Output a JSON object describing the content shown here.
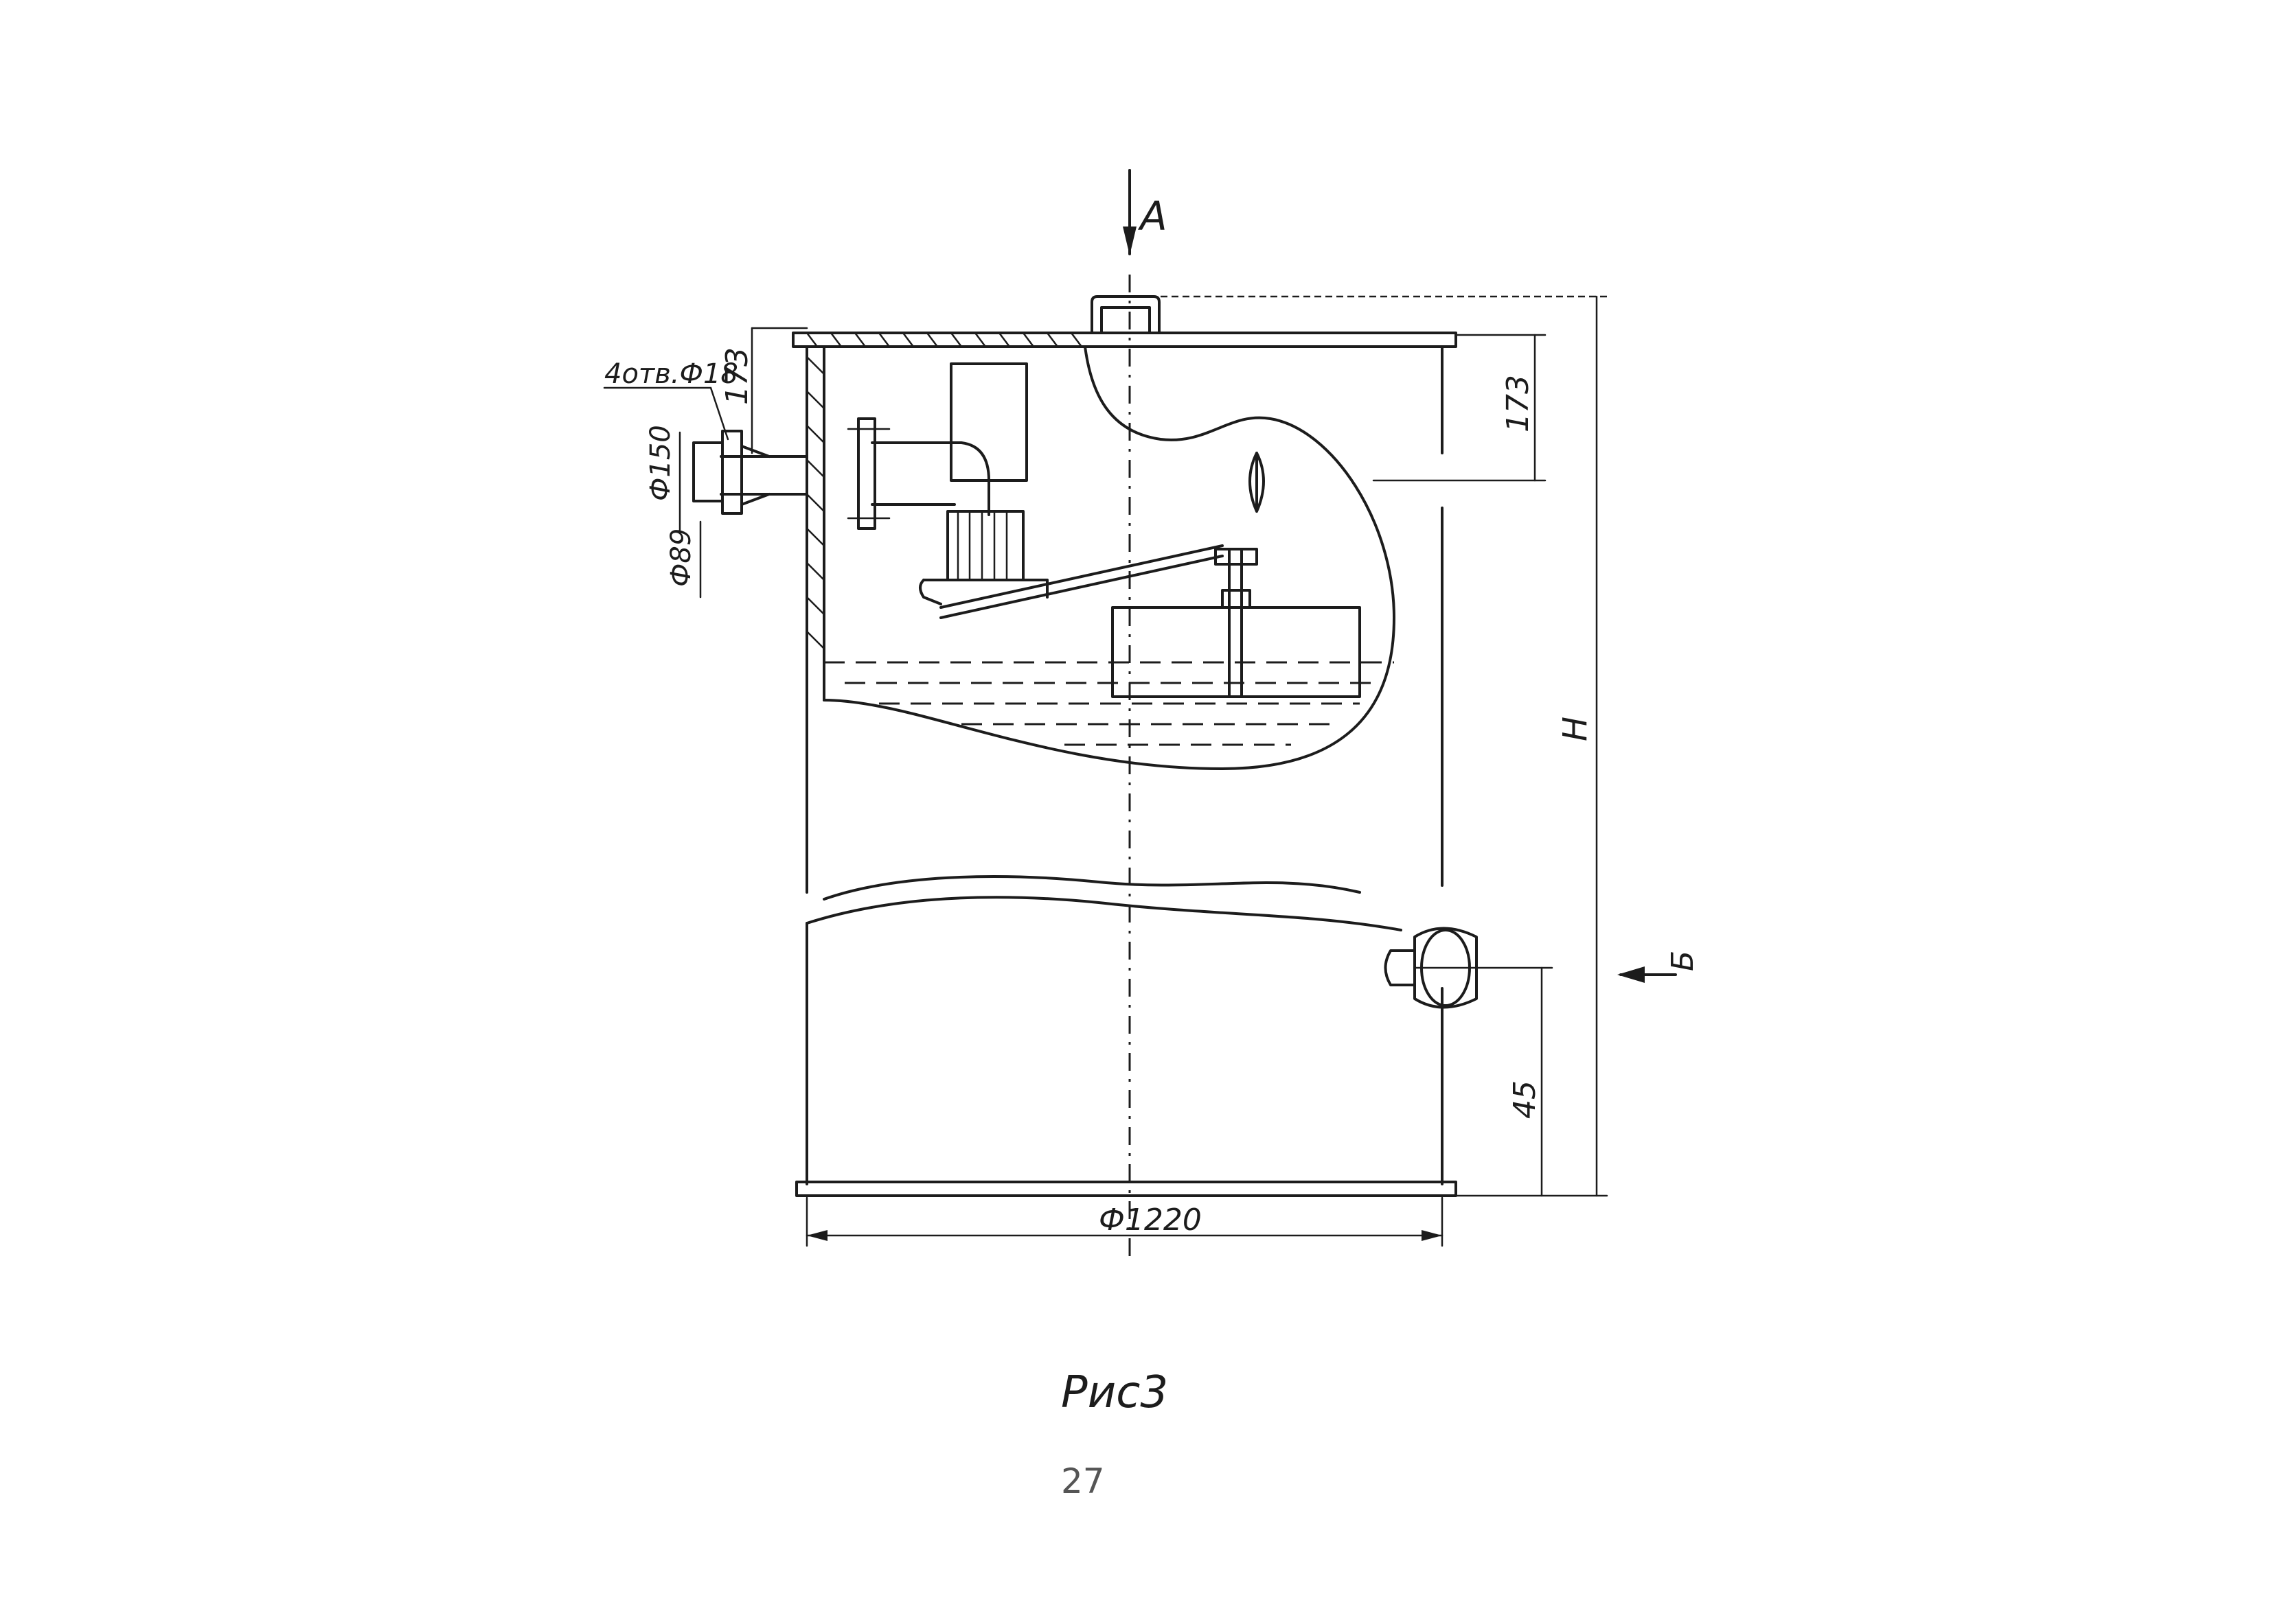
{
  "drawing": {
    "view_marker_top": "A",
    "view_marker_side": "Б",
    "dim_flange_holes": "4отв.Ф18",
    "dim_flange_outer": "Ф150",
    "dim_pipe": "Ф89",
    "dim_top_left": "173",
    "dim_top_right": "173",
    "dim_height": "H",
    "dim_outlet": "45",
    "dim_diameter": "Ф1220",
    "caption": "Рис3",
    "page_number": "27"
  }
}
